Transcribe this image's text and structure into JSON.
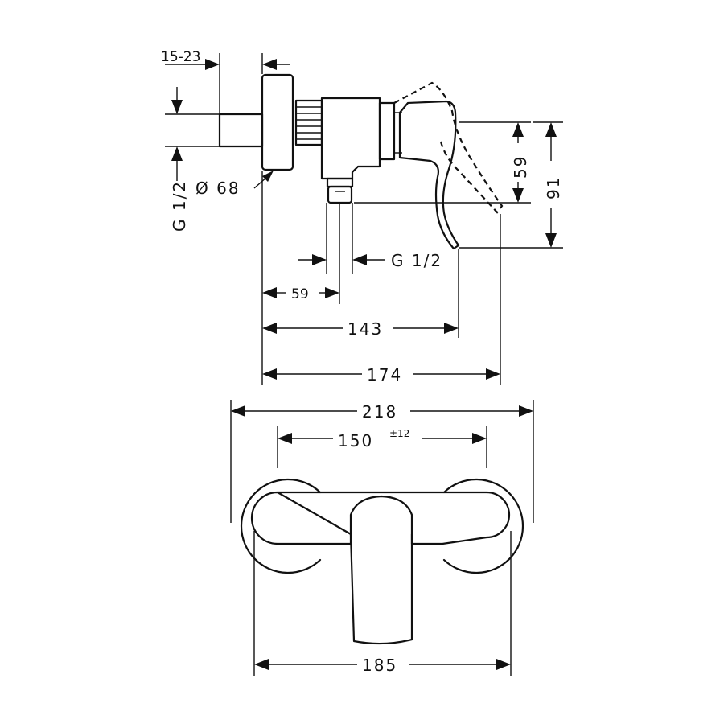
{
  "side_view": {
    "dims": {
      "offset": "15-23",
      "inlet_thread": "G 1/2",
      "diameter": "Ø 68",
      "height_59": "59",
      "height_91": "91",
      "outlet_thread": "G 1/2",
      "depth_59": "59",
      "depth_143": "143",
      "depth_174": "174"
    }
  },
  "front_view": {
    "dims": {
      "width_218": "218",
      "centers_150": "150",
      "centers_tolerance": "±12",
      "width_185": "185"
    }
  }
}
